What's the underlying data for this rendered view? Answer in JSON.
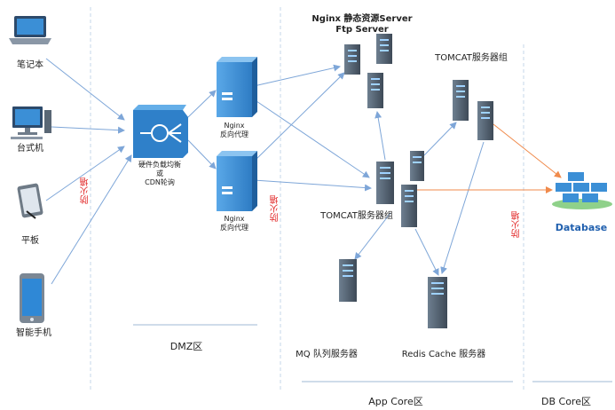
{
  "devices": {
    "laptop": "笔记本",
    "desktop": "台式机",
    "tablet": "平板",
    "phone": "智能手机"
  },
  "load_balancer": {
    "line1": "硬件负载均衡",
    "line2": "或",
    "line3": "CDN轮询"
  },
  "proxy_top": {
    "name": "Nginx",
    "role": "反向代理"
  },
  "proxy_bottom": {
    "name": "Nginx",
    "role": "反向代理"
  },
  "firewall_label": "防火墙",
  "static_server": {
    "line1": "Nginx 静态资源Server",
    "line2": "Ftp Server"
  },
  "tomcat_top_label": "TOMCAT服务器组",
  "tomcat_mid_label": "TOMCAT服务器组",
  "mq_label": "MQ 队列服务器",
  "redis_label": "Redis Cache 服务器",
  "database_label": "Database",
  "zones": {
    "dmz": "DMZ区",
    "app": "App Core区",
    "db": "DB Core区"
  },
  "colors": {
    "arrow_blue": "#7ea6d8",
    "arrow_orange": "#f08a4b",
    "firewall_red": "#e02020",
    "server_blue": "#3b8fd6",
    "zone_line": "#c5d7ea"
  }
}
